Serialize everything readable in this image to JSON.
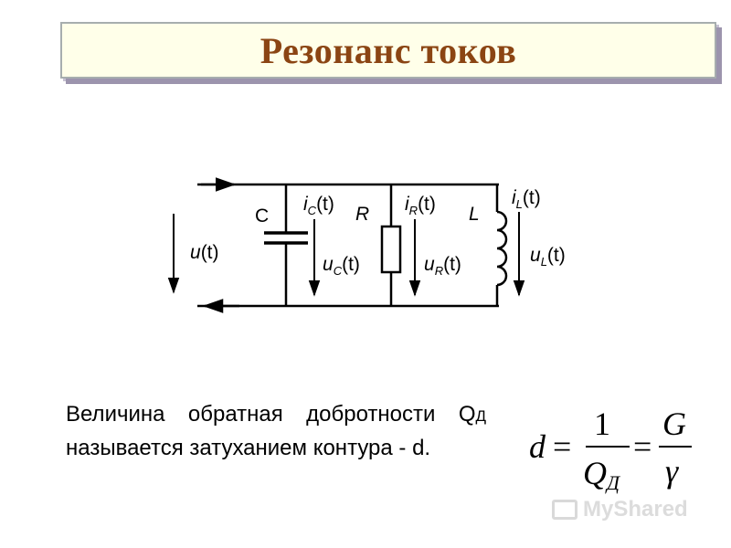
{
  "title": "Резонанс токов",
  "circuit": {
    "source_voltage": {
      "var": "u",
      "arg": "(t)"
    },
    "capacitor_label": "C",
    "resistor_label": "R",
    "inductor_label": "L",
    "currents": [
      {
        "var": "i",
        "sub": "C",
        "arg": "(t)"
      },
      {
        "var": "i",
        "sub": "R",
        "arg": "(t)"
      },
      {
        "var": "i",
        "sub": "L",
        "arg": "(t)"
      }
    ],
    "voltages": [
      {
        "var": "u",
        "sub": "C",
        "arg": "(t)"
      },
      {
        "var": "u",
        "sub": "R",
        "arg": "(t)"
      },
      {
        "var": "u",
        "sub": "L",
        "arg": "(t)"
      }
    ]
  },
  "text": {
    "line1": "Величина обратная добротности Q",
    "q_sub": "Д",
    "line2": " называется затуханием контура  - d."
  },
  "formula": {
    "lhs": "d",
    "eq1": "=",
    "num1": "1",
    "den1": "Q",
    "den1_sub": "Д",
    "eq2": "=",
    "num2": "G",
    "den2": "γ"
  },
  "watermark": "MyShared"
}
